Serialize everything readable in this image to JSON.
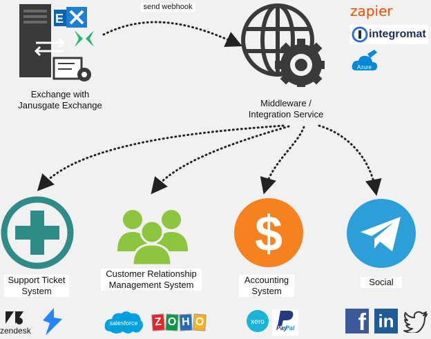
{
  "exchange": {
    "label_line1": "Exchange with",
    "label_line2": "Janusgate Exchange"
  },
  "webhook": {
    "label": "send webhook"
  },
  "middleware": {
    "label_line1": "Middleware /",
    "label_line2": "Integration Service"
  },
  "providers": [
    {
      "name": "zapier",
      "icon": "zapier-logo",
      "color": "#ff4a00"
    },
    {
      "name": "integromat",
      "icon": "integromat-logo",
      "color": "#1d2c5b"
    },
    {
      "name": "Azure",
      "icon": "azure-logo",
      "color": "#0089d6"
    }
  ],
  "targets": [
    {
      "line1": "Support Ticket",
      "line2": "System",
      "icon": "medical-cross-icon",
      "color": "#2e8b87"
    },
    {
      "line1": "Customer Relationship",
      "line2": "Management System",
      "icon": "people-group-icon",
      "color": "#8dc53e"
    },
    {
      "line1": "Accounting",
      "line2": "System",
      "icon": "dollar-icon",
      "color": "#f5821f"
    },
    {
      "line1": "Social",
      "line2": "",
      "icon": "telegram-icon",
      "color": "#2c9fd8"
    }
  ],
  "brands": {
    "zendesk": "zendesk",
    "jira": "jira-logo",
    "salesforce": "salesforce",
    "zoho": [
      "Z",
      "O",
      "H",
      "O"
    ],
    "xero": "xero",
    "paypal_line1": "Pay",
    "paypal_line2": "Pal",
    "facebook": "f",
    "linkedin": "in",
    "twitter": "twitter-bird"
  }
}
